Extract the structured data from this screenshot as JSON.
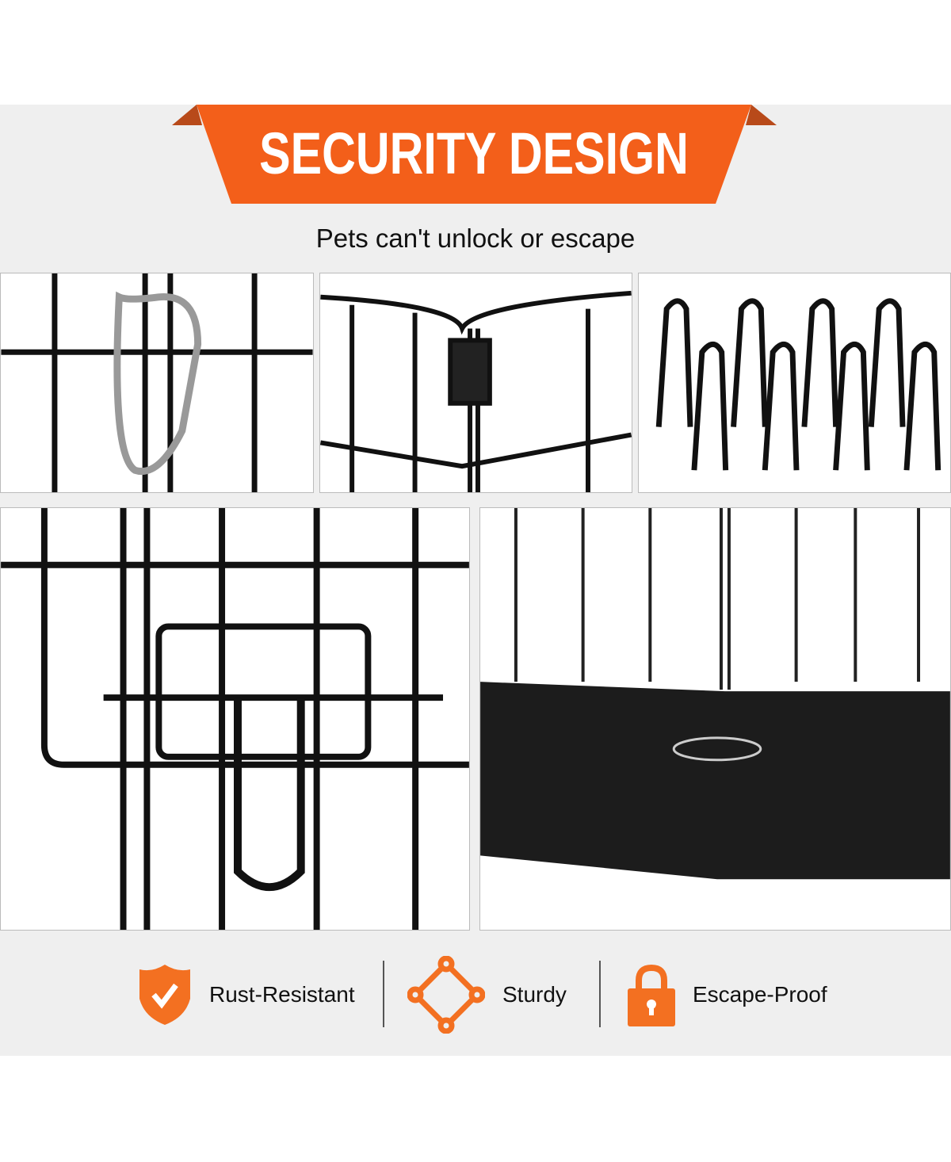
{
  "header": {
    "title": "SECURITY DESIGN",
    "subtitle": "Pets can't unlock or escape"
  },
  "colors": {
    "accent": "#f35f1a",
    "accent_dark": "#b84a1a",
    "band": "#efefef",
    "wire": "#111111"
  },
  "features": [
    {
      "icon": "shield-check-icon",
      "label": "Rust-Resistant"
    },
    {
      "icon": "diamond-nodes-icon",
      "label": "Sturdy"
    },
    {
      "icon": "padlock-icon",
      "label": "Escape-Proof"
    }
  ],
  "photos": [
    "carabiner-clip",
    "panel-hinge",
    "ground-stakes",
    "door-latch",
    "bottom-cloth-cover"
  ]
}
